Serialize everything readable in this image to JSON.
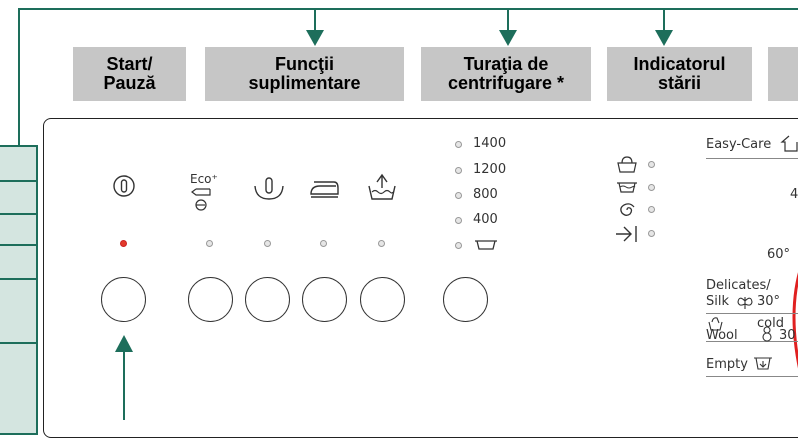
{
  "headers": {
    "start": "Start/\nPauză",
    "functions": "Funcţii\nsuplimentare",
    "spin": "Turaţia de\ncentrifugare *",
    "status": "Indicatorul\nstării"
  },
  "functions_icons": {
    "eco_label": "Eco⁺"
  },
  "spin_speeds": [
    "1400",
    "1200",
    "800",
    "400"
  ],
  "programs": {
    "easy_care": "Easy-Care",
    "temp_4": "4",
    "temp_60": "60°",
    "delicates_line1": "Delicates/",
    "delicates_line2": "Silk",
    "delicates_temp": "30°",
    "cold": "cold",
    "wool": "Wool",
    "wool_temp": "30",
    "empty": "Empty"
  },
  "colors": {
    "accent_green": "#1d6e5b",
    "header_gray": "#c6c6c6",
    "led_on_red": "#e23a2a"
  },
  "icons": [
    "power-icon",
    "eco-icon",
    "rinse-hold-icon",
    "iron-icon",
    "prewash-icon",
    "drain-tub-icon",
    "wash-status-icon",
    "rinse-status-icon",
    "spin-status-icon",
    "end-status-icon",
    "shirt-icon",
    "butterfly-icon",
    "hand-wash-icon",
    "wool-icon",
    "empty-drain-icon"
  ]
}
